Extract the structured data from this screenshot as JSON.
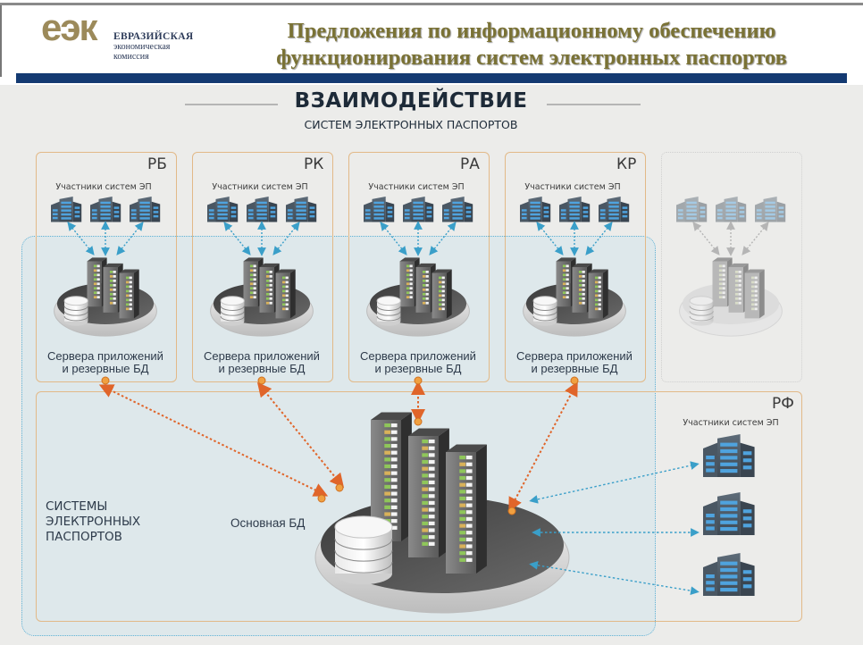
{
  "header": {
    "logo_mark": "еэк",
    "logo_lines": [
      "ЕВРАЗИЙСКАЯ",
      "экономическая",
      "комиссия"
    ],
    "title_lines": [
      "Предложения по информационному обеспечению",
      "функционирования систем электронных паспортов"
    ]
  },
  "diagram": {
    "title": "ВЗАИМОДЕЙСТВИЕ",
    "subtitle": "СИСТЕМ ЭЛЕКТРОННЫХ ПАСПОРТОВ",
    "regional_nodes": [
      {
        "country": "РБ",
        "participants_label": "Участники систем ЭП",
        "caption_lines": [
          "Сервера приложений",
          "и резервные БД"
        ]
      },
      {
        "country": "РК",
        "participants_label": "Участники систем ЭП",
        "caption_lines": [
          "Сервера приложений",
          "и резервные БД"
        ]
      },
      {
        "country": "РА",
        "participants_label": "Участники систем ЭП",
        "caption_lines": [
          "Сервера приложений",
          "и резервные БД"
        ]
      },
      {
        "country": "КР",
        "participants_label": "Участники систем ЭП",
        "caption_lines": [
          "Сервера приложений",
          "и резервные БД"
        ]
      }
    ],
    "ghost_node": {
      "state": "inactive"
    },
    "rf_panel": {
      "country": "РФ",
      "participants_label": "Участники систем ЭП"
    },
    "main_db_label": "Основная БД",
    "systems_label_lines": [
      "СИСТЕМЫ",
      "ЭЛЕКТРОННЫХ",
      "ПАСПОРТОВ"
    ],
    "colors": {
      "accent_orange": "#e0652a",
      "link_blue": "#3a9fc9",
      "panel_border": "#e2b988",
      "title_olive": "#7a7235",
      "header_bar": "#143a72"
    }
  }
}
